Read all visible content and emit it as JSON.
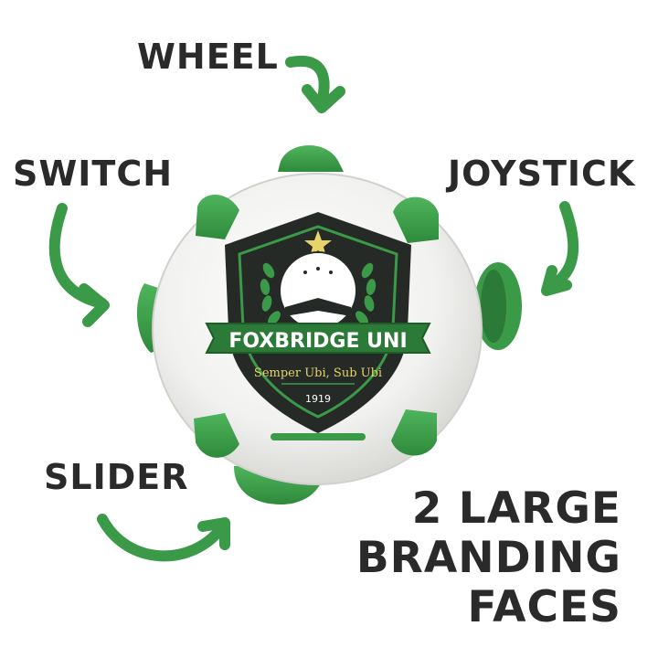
{
  "labels": {
    "wheel": "WHEEL",
    "switch": "SWITCH",
    "joystick": "JOYSTICK",
    "slider": "SLIDER"
  },
  "tagline": {
    "line1": "2 LARGE",
    "line2": "BRANDING",
    "line3": "FACES"
  },
  "crest": {
    "name": "FOXBRIDGE UNI",
    "motto": "Semper Ubi, Sub Ubi",
    "year": "1919"
  },
  "colors": {
    "green": "#3a9a48",
    "dark_green": "#2b7a37",
    "crest_dark": "#252a27",
    "text_dark": "#2a2a2a",
    "body_white": "#f3f3f1",
    "gold": "#e8d36a"
  },
  "icons": [
    "curved-arrow-icon",
    "star-icon",
    "laurel-icon",
    "book-icon"
  ]
}
